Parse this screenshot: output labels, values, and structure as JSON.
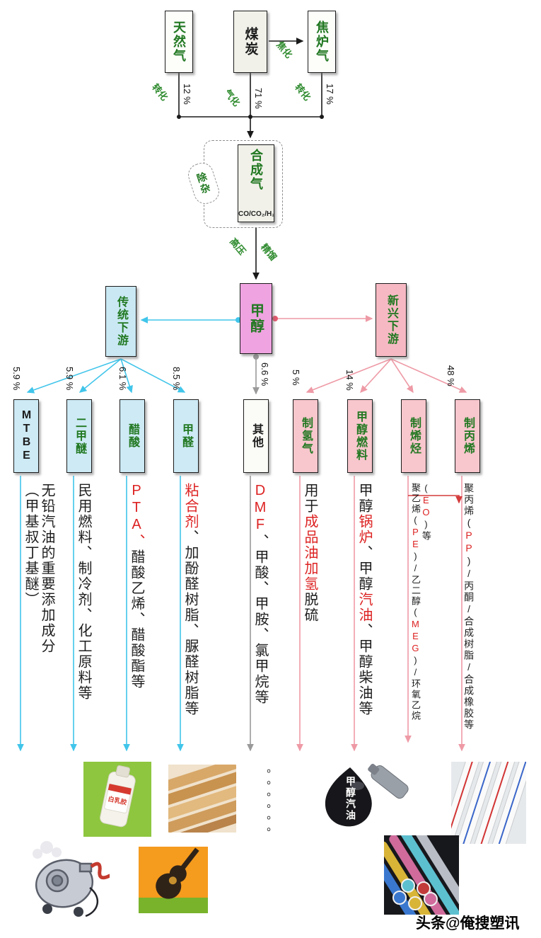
{
  "sources": {
    "natural_gas": {
      "label": "天然气",
      "percent": "12 %",
      "process": "转化"
    },
    "coal": {
      "label": "煤炭",
      "percent": "71 %",
      "process": "气化"
    },
    "coke_oven_gas": {
      "label": "焦炉气",
      "percent": "17 %",
      "process": "转化"
    },
    "coking": "焦化"
  },
  "syngas": {
    "label": "合成气",
    "formula": "CO/CO₂/H₂",
    "purify": "除杂",
    "step_left": "高压",
    "step_right": "精馏"
  },
  "methanol": {
    "label": "甲醇"
  },
  "branches": {
    "traditional": {
      "label": "传统下游"
    },
    "emerging": {
      "label": "新兴下游"
    }
  },
  "columns": [
    {
      "label": "MTBE",
      "percent": "5.9 %",
      "desc": [
        {
          "t": "（甲基叔丁基醚）",
          "br": true
        },
        {
          "t": "无铅汽油的重要添加成分"
        }
      ]
    },
    {
      "label": "二甲醚",
      "percent": "5.9 %",
      "desc": [
        {
          "t": "民用燃料、制冷剂、化工原料等"
        }
      ]
    },
    {
      "label": "醋酸",
      "percent": "6.1 %",
      "desc": [
        {
          "t": "PTA、",
          "red": true
        },
        {
          "t": "醋酸乙烯、醋酸酯等"
        }
      ]
    },
    {
      "label": "甲醛",
      "percent": "8.5 %",
      "desc": [
        {
          "t": "粘合剂",
          "red": true
        },
        {
          "t": "、加酚醛树脂、脲醛树脂等"
        }
      ]
    },
    {
      "label": "其他",
      "percent": "6.6 %",
      "desc": [
        {
          "t": "DMF",
          "red": true
        },
        {
          "t": "、甲酸、甲胺、氯甲烷等"
        }
      ]
    },
    {
      "label": "制氢气",
      "percent": "5 %",
      "desc": [
        {
          "t": "用于"
        },
        {
          "t": "成品油加氢",
          "red": true
        },
        {
          "t": "脱硫"
        }
      ]
    },
    {
      "label": "甲醇燃料",
      "percent": "14 %",
      "desc": [
        {
          "t": "甲醇"
        },
        {
          "t": "锅炉",
          "red": true
        },
        {
          "t": "、甲醇"
        },
        {
          "t": "汽油",
          "red": true
        },
        {
          "t": "、甲醇柴油等"
        }
      ]
    },
    {
      "label": "制烯烃",
      "percent": "48 %",
      "desc": [
        {
          "t": "聚乙烯("
        },
        {
          "t": "PE",
          "red": true
        },
        {
          "t": ")/乙二醇("
        },
        {
          "t": "MEG",
          "red": true
        },
        {
          "t": ")/环氧乙烷("
        },
        {
          "t": "EO",
          "red": true
        },
        {
          "t": ")等"
        }
      ]
    },
    {
      "label": "制丙烯",
      "percent": "",
      "desc": [
        {
          "t": "聚丙烯("
        },
        {
          "t": "PP",
          "red": true
        },
        {
          "t": ")/丙酮/合成树脂/合成橡胶等"
        }
      ]
    }
  ],
  "images": {
    "glue_label": "白乳胶",
    "fuel_drop_label": "甲醇汽油",
    "ellipsis": "。。。。。。"
  },
  "watermark": "头条@俺搜塑讯",
  "colors": {
    "green_text": "#2e8b2e",
    "cyan_line": "#41c5ea",
    "pink_line": "#ee9aa6",
    "gray_line": "#9a9a9a",
    "red_text": "#dd2222",
    "methanol_bg": "#efa3e0",
    "traditional_bg": "#c9e8f3",
    "emerging_bg": "#f6b9c3"
  }
}
